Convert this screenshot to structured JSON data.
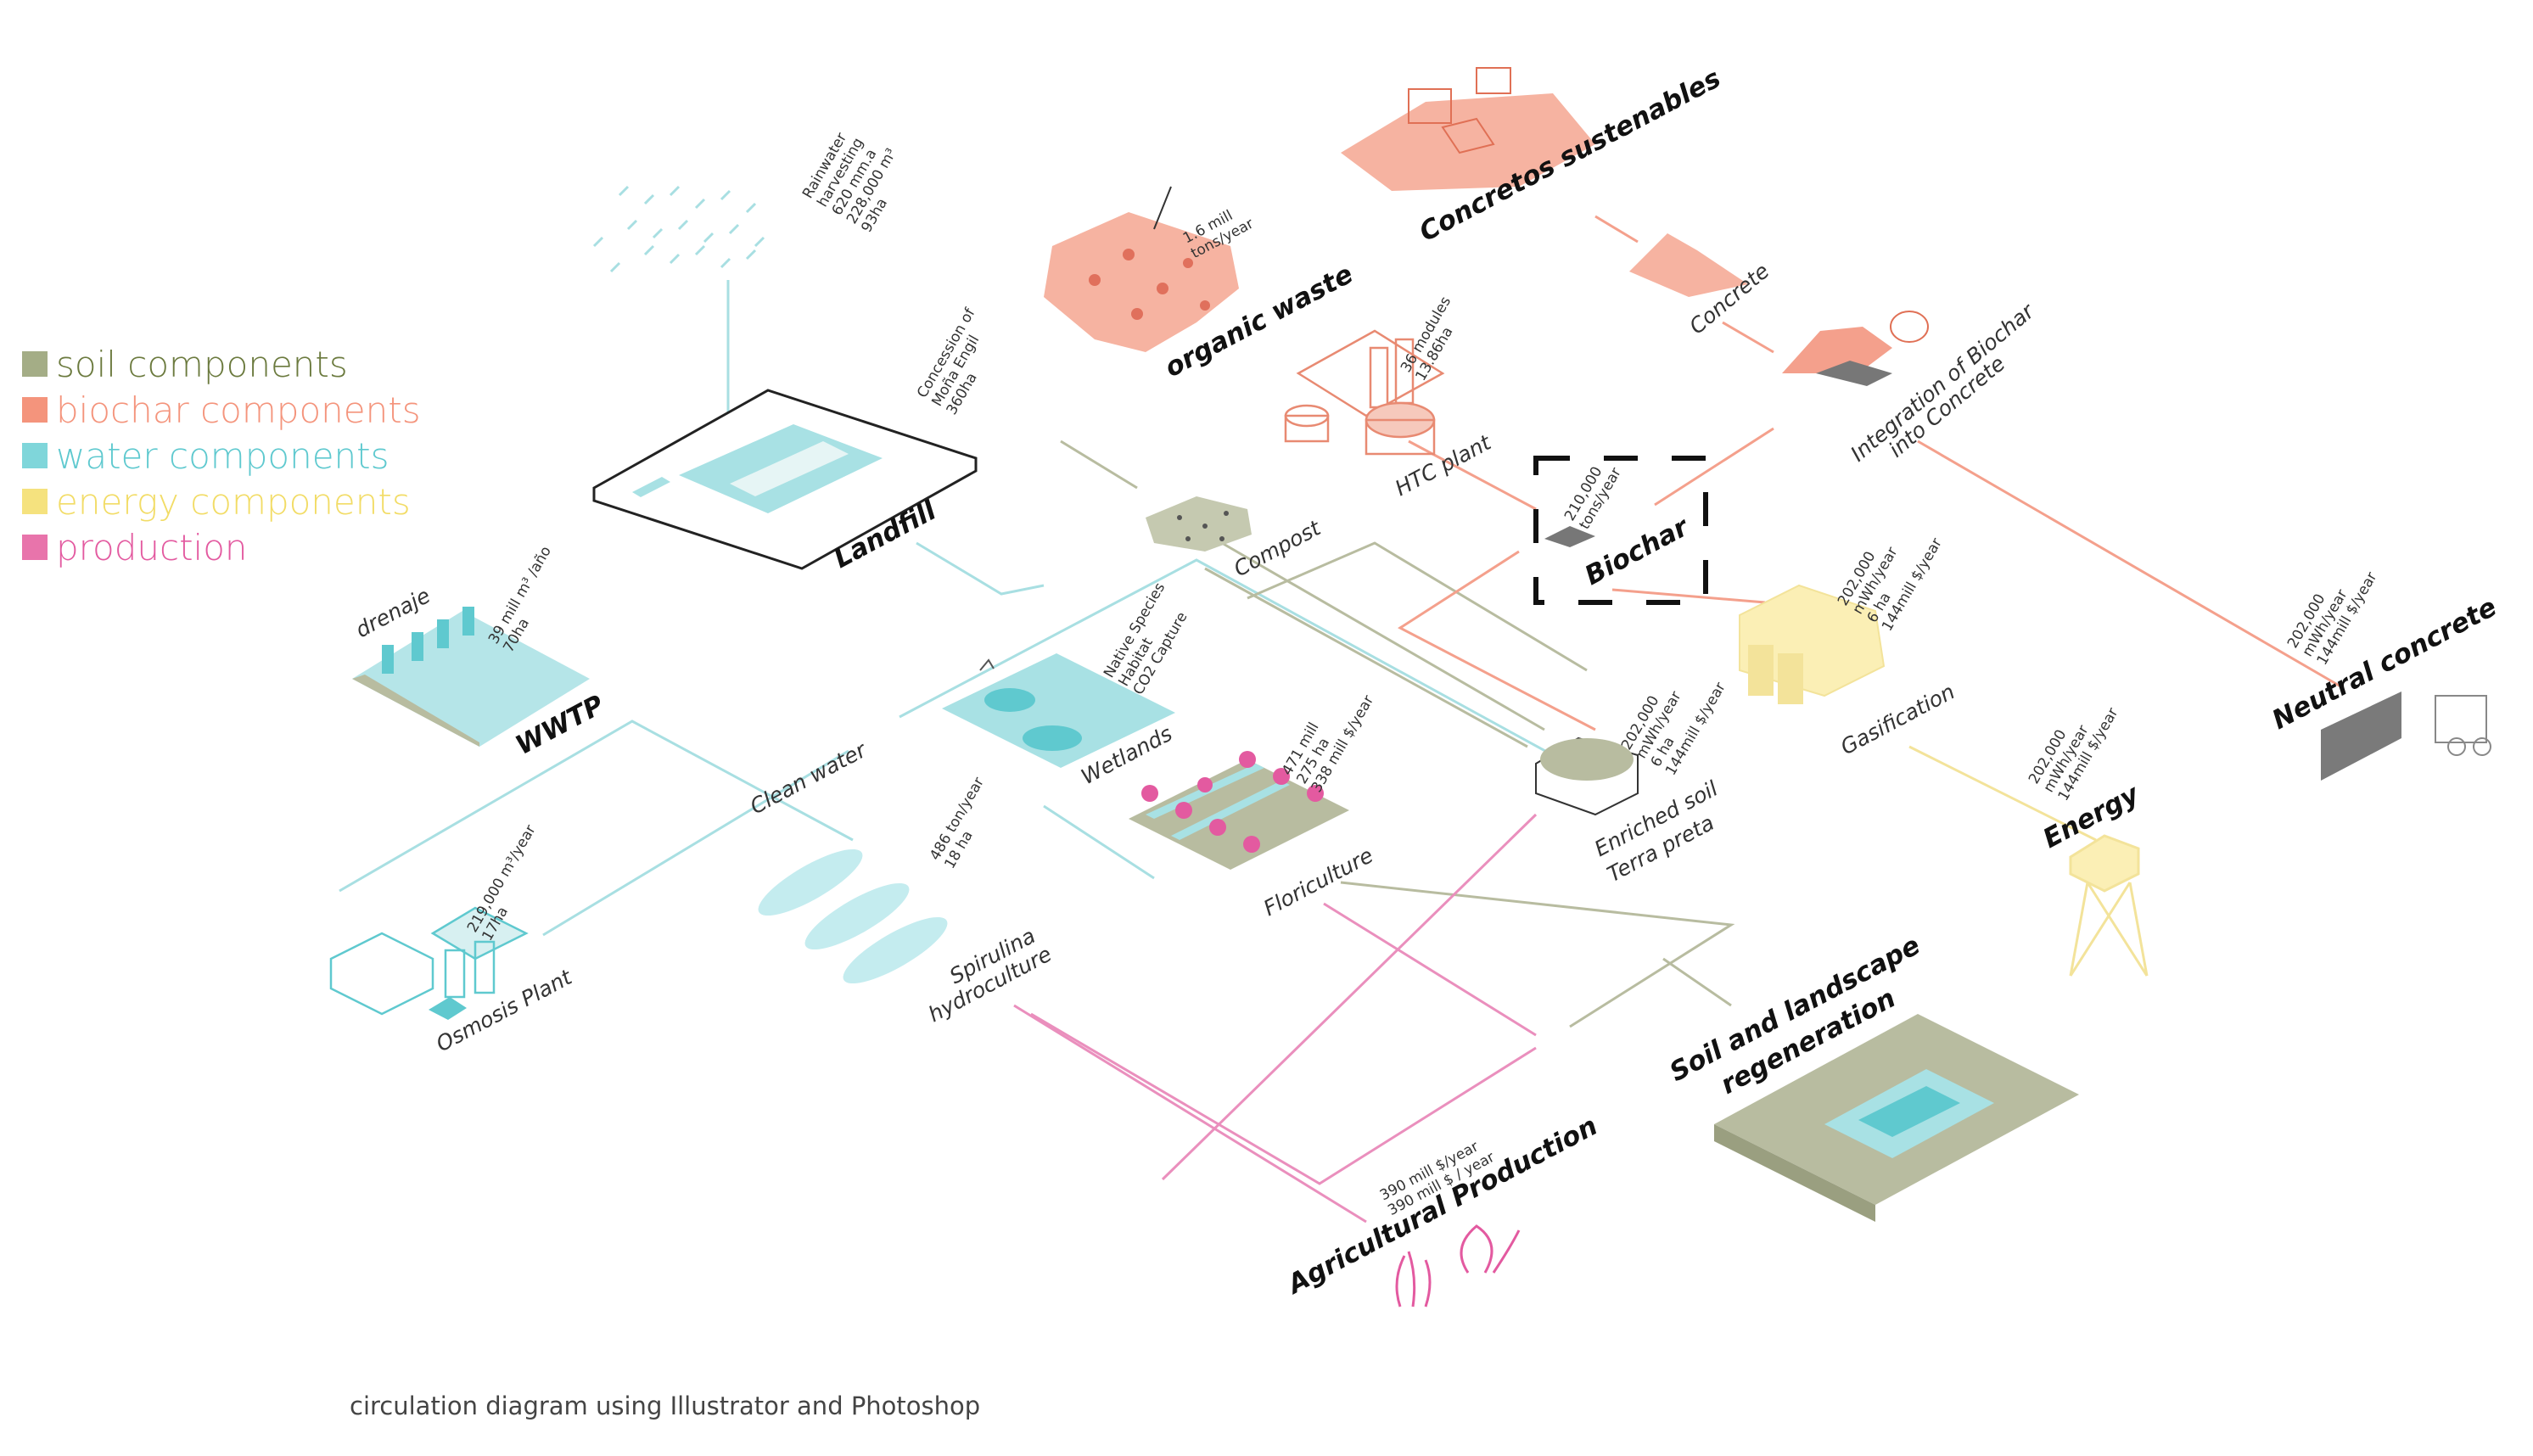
{
  "legend": [
    {
      "label": "soil components",
      "color": "#a4ad86",
      "text_color": "#6b7a3e"
    },
    {
      "label": "biochar components",
      "color": "#f4947c",
      "text_color": "#f4947c"
    },
    {
      "label": "water components",
      "color": "#7fd6da",
      "text_color": "#5fc9cf"
    },
    {
      "label": "energy components",
      "color": "#f5e27e",
      "text_color": "#f2dc66"
    },
    {
      "label": "production",
      "color": "#e874ab",
      "text_color": "#e35aa0"
    }
  ],
  "nodes": {
    "landfill": {
      "title": "Landfill",
      "stats": [
        "Concession of",
        "Moña Engil",
        "360ha"
      ]
    },
    "rain": {
      "stats": [
        "Rainwater",
        "harvesting",
        "620 mm.a",
        "228,000 m³",
        "93ha"
      ]
    },
    "wwtp": {
      "title": "WWTP",
      "sub": "drenaje",
      "stats": [
        "39 mill m³ /año",
        "70ha"
      ]
    },
    "osmosis": {
      "title": "Osmosis Plant",
      "stats": [
        "219,000 m³/year",
        "17ha"
      ]
    },
    "clean_water": {
      "sub": "Clean water"
    },
    "organic_waste": {
      "title": "organic waste",
      "stats": [
        "1.6 mill",
        "tons/year"
      ]
    },
    "compost": {
      "sub": "Compost"
    },
    "htc": {
      "sub": "HTC plant",
      "stats": [
        "36 modules",
        "13.86ha"
      ]
    },
    "concretos": {
      "title": "Concretos sustenables"
    },
    "concrete": {
      "sub": "Concrete"
    },
    "integration": {
      "sub_lines": [
        "Integration of Biochar",
        "into Concrete"
      ]
    },
    "biochar": {
      "title": "Biochar",
      "stats": [
        "210,000",
        "tons/year"
      ]
    },
    "gasification": {
      "sub": "Gasification",
      "stats": [
        "202,000",
        "mWh/year",
        "6 ha",
        "144mill $/year"
      ]
    },
    "neutral_concrete": {
      "title": "Neutral concrete",
      "stats": [
        "202,000",
        "mWh/year",
        "144mill $/year"
      ]
    },
    "energy": {
      "title": "Energy",
      "stats": [
        "202,000",
        "mWh/year",
        "144mill $/year"
      ]
    },
    "wetlands": {
      "sub": "Wetlands",
      "stats": [
        "Native Species",
        "Habitat",
        "CO2 Capture"
      ]
    },
    "floriculture": {
      "sub": "Floriculture",
      "stats": [
        "471 mill",
        "275 ha",
        "338 mill $/year"
      ]
    },
    "enriched_soil": {
      "sub_lines": [
        "Enriched soil",
        "Terra preta"
      ],
      "stats": [
        "202,000",
        "mWh/year",
        "6 ha",
        "144mill $/year"
      ]
    },
    "spirulina": {
      "sub_lines": [
        "Spirulina",
        "hydroculture"
      ],
      "stats": [
        "486 ton/year",
        "18 ha"
      ]
    },
    "soil_regen": {
      "title_lines": [
        "Soil and landscape",
        "regeneration"
      ]
    },
    "agri": {
      "title": "Agricultural Production",
      "stats": [
        "390 mill $/year",
        "390 mill $ / year"
      ]
    }
  },
  "caption": "circulation diagram using Illustrator and Photoshop",
  "colors": {
    "soil": "#b8bca0",
    "biochar": "#f4a08c",
    "water": "#a8dfe2",
    "energy": "#f3e39a",
    "production": "#ea8fbd"
  }
}
